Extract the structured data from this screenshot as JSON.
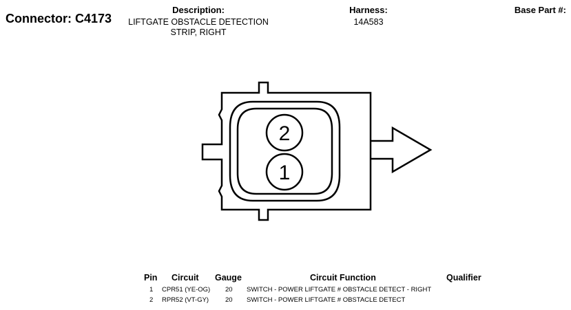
{
  "connector": {
    "label": "Connector:",
    "id": "C4173"
  },
  "description": {
    "header": "Description:",
    "lines": [
      "LIFTGATE OBSTACLE DETECTION",
      "STRIP, RIGHT"
    ]
  },
  "harness": {
    "header": "Harness:",
    "value": "14A583"
  },
  "base_part": {
    "header": "Base Part #:",
    "value": ""
  },
  "pins_drawn": [
    "2",
    "1"
  ],
  "table": {
    "headers": {
      "pin": "Pin",
      "circuit": "Circuit",
      "gauge": "Gauge",
      "function": "Circuit Function",
      "qualifier": "Qualifier"
    },
    "rows": [
      {
        "pin": "1",
        "circuit": "CPR51 (YE-OG)",
        "gauge": "20",
        "function": "SWITCH - POWER LIFTGATE # OBSTACLE DETECT - RIGHT",
        "qualifier": ""
      },
      {
        "pin": "2",
        "circuit": "RPR52 (VT-GY)",
        "gauge": "20",
        "function": "SWITCH - POWER LIFTGATE # OBSTACLE DETECT",
        "qualifier": ""
      }
    ]
  }
}
